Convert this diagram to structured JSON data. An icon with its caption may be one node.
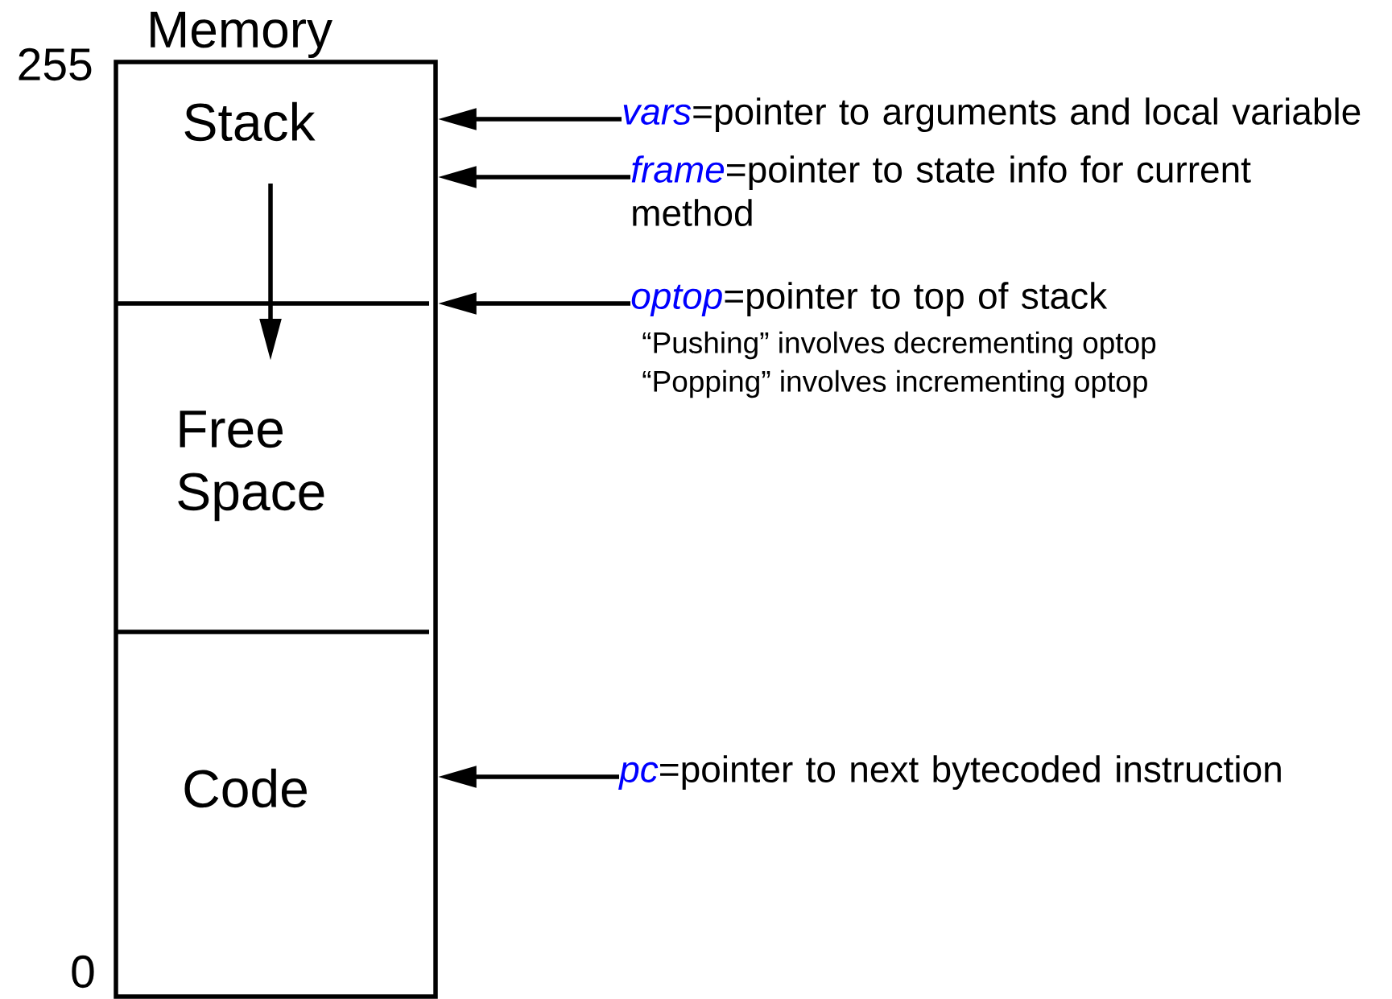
{
  "diagram": {
    "nodes": [
      {
        "text": [
          "Memory"
        ]
      },
      {
        "text": [
          "Stack"
        ],
        "in": 0
      },
      {
        "text": [
          "Free Space"
        ],
        "in": 0
      },
      {
        "text": [
          "Code"
        ],
        "in": 0
      },
      {
        "text": [
          "vars",
          "=pointer to arguments and local variable"
        ]
      },
      {
        "text": [
          "frame",
          "=pointer to state info for current method"
        ]
      },
      {
        "text": [
          "optop",
          "=pointer to top of stack"
        ],
        "beside": [
          "“Pushing” involves decrementing optop",
          "“Popping” involves incrementing optop"
        ]
      },
      {
        "text": [
          "pc",
          "=pointer to next bytecoded instruction"
        ]
      }
    ],
    "edges": [
      {
        "from": 4,
        "to": 0,
        "arrow": "to"
      },
      {
        "from": 5,
        "to": 0,
        "arrow": "to"
      },
      {
        "from": 6,
        "to": 0,
        "arrow": "to"
      },
      {
        "from": 7,
        "to": 0,
        "arrow": "to"
      }
    ],
    "labels": [
      "255",
      "0"
    ]
  }
}
